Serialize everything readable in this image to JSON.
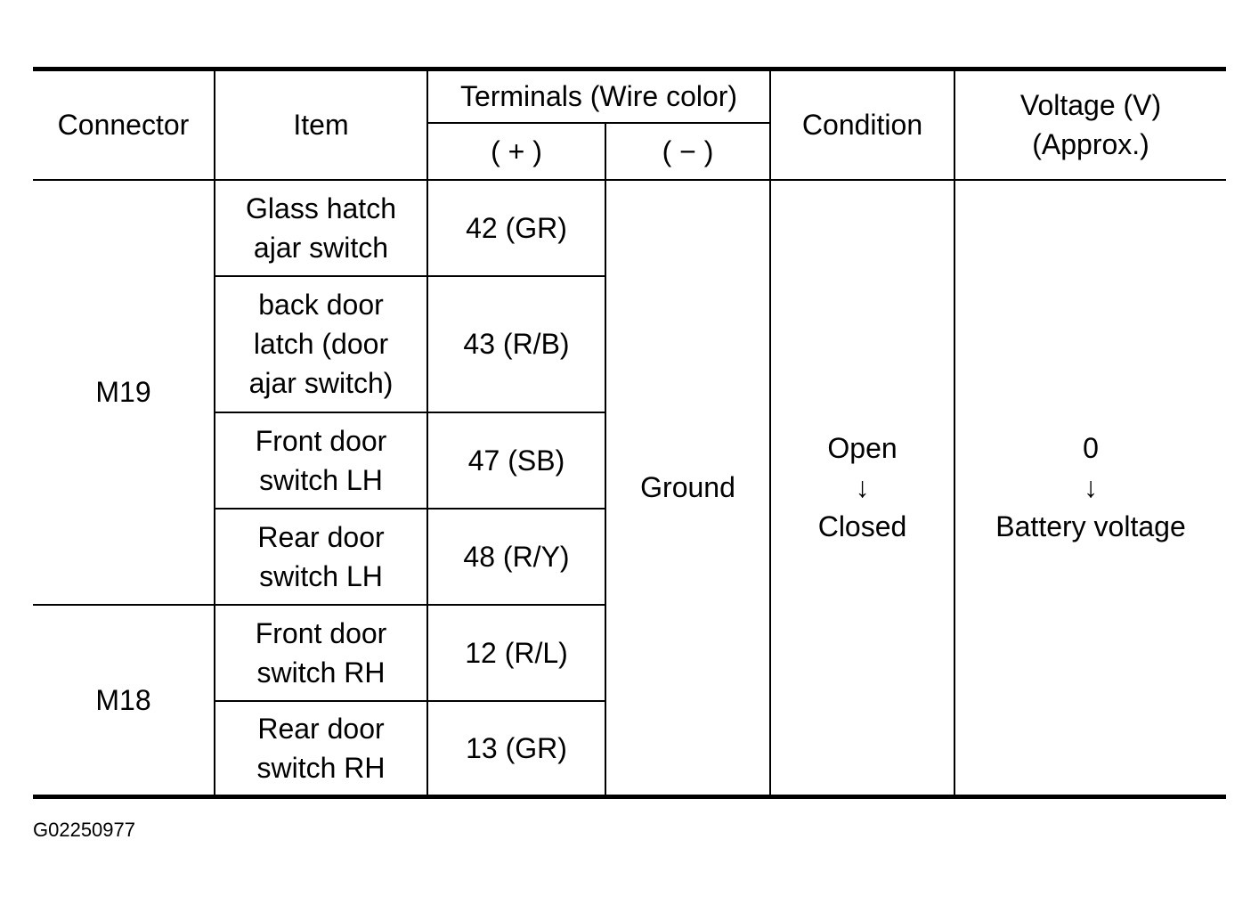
{
  "table": {
    "headers": {
      "connector": "Connector",
      "item": "Item",
      "terminals": "Terminals (Wire color)",
      "positive": "( + )",
      "negative": "( − )",
      "condition": "Condition",
      "voltage": "Voltage (V)\n(Approx.)"
    },
    "connectors": {
      "m19": "M19",
      "m18": "M18"
    },
    "rows": [
      {
        "item": "Glass hatch\najar switch",
        "positive": "42 (GR)"
      },
      {
        "item": "back door\nlatch (door\najar switch)",
        "positive": "43 (R/B)"
      },
      {
        "item": "Front door\nswitch LH",
        "positive": "47 (SB)"
      },
      {
        "item": "Rear door\nswitch LH",
        "positive": "48 (R/Y)"
      },
      {
        "item": "Front door\nswitch RH",
        "positive": "12 (R/L)"
      },
      {
        "item": "Rear door\nswitch RH",
        "positive": "13 (GR)"
      }
    ],
    "negative_value": "Ground",
    "condition": {
      "from": "Open",
      "arrow": "↓",
      "to": "Closed"
    },
    "voltage": {
      "from": "0",
      "arrow": "↓",
      "to": "Battery voltage"
    }
  },
  "figure_code": "G02250977"
}
